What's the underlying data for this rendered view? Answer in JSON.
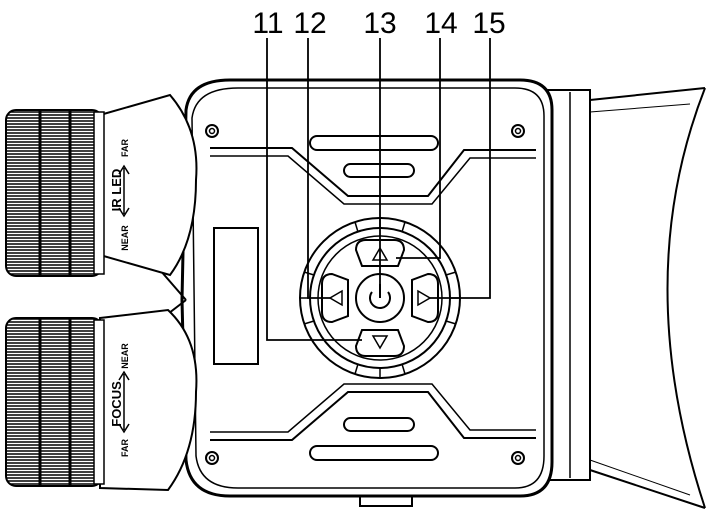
{
  "callouts": [
    {
      "id": "11",
      "label": "11"
    },
    {
      "id": "12",
      "label": "12"
    },
    {
      "id": "13",
      "label": "13"
    },
    {
      "id": "14",
      "label": "14"
    },
    {
      "id": "15",
      "label": "15"
    }
  ],
  "ir_dial": {
    "title": "IR LED",
    "near": "NEAR",
    "far": "FAR"
  },
  "focus_dial": {
    "title": "FOCUS",
    "near": "NEAR",
    "far": "FAR"
  }
}
